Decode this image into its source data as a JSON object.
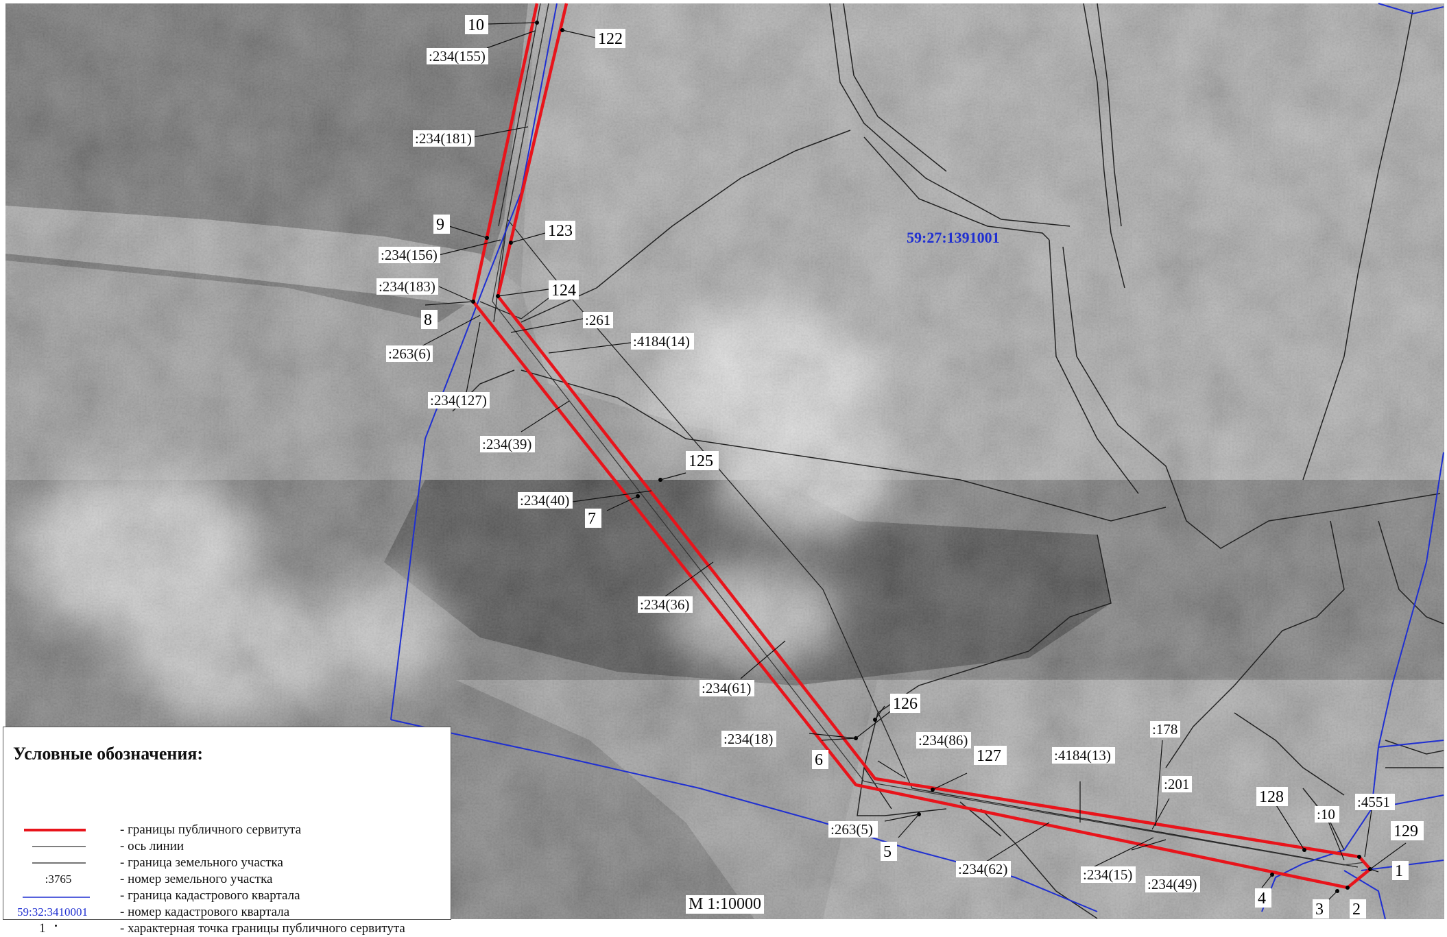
{
  "quarter_number": "59:27:1391001",
  "scale": "М 1:10000",
  "legend": {
    "title": "Условные обозначения:",
    "items": [
      {
        "text": "- границы публичного сервитута",
        "sample": ""
      },
      {
        "text": "- ось линии",
        "sample": ""
      },
      {
        "text": "- граница земельного участка",
        "sample": ""
      },
      {
        "text": "- номер земельного участка",
        "sample": ":3765"
      },
      {
        "text": "- граница кадастрового квартала",
        "sample": ""
      },
      {
        "text": "- номер кадастрового квартала",
        "sample": "59:32:3410001"
      },
      {
        "text": "- характерная точка границы публичного сервитута",
        "sample": "1"
      }
    ]
  },
  "parcel_labels": [
    ":234(155)",
    ":234(181)",
    ":234(156)",
    ":234(183)",
    ":263(6)",
    ":261",
    ":4184(14)",
    ":234(127)",
    ":234(39)",
    ":234(40)",
    ":234(36)",
    ":234(61)",
    ":234(18)",
    ":234(86)",
    ":4184(13)",
    ":178",
    ":201",
    ":10",
    ":4551",
    ":263(5)",
    ":234(62)",
    ":234(15)",
    ":234(49)"
  ],
  "point_labels": [
    "10",
    "122",
    "9",
    "123",
    "8",
    "124",
    "125",
    "7",
    "126",
    "6",
    "127",
    "5",
    "128",
    "129",
    "1",
    "2",
    "3",
    "4"
  ],
  "colors": {
    "servitude_boundary": "#e8141b",
    "quarter_boundary": "#1f2fd1",
    "parcel_boundary": "#222222",
    "quarter_label": "#1f2fd1"
  }
}
